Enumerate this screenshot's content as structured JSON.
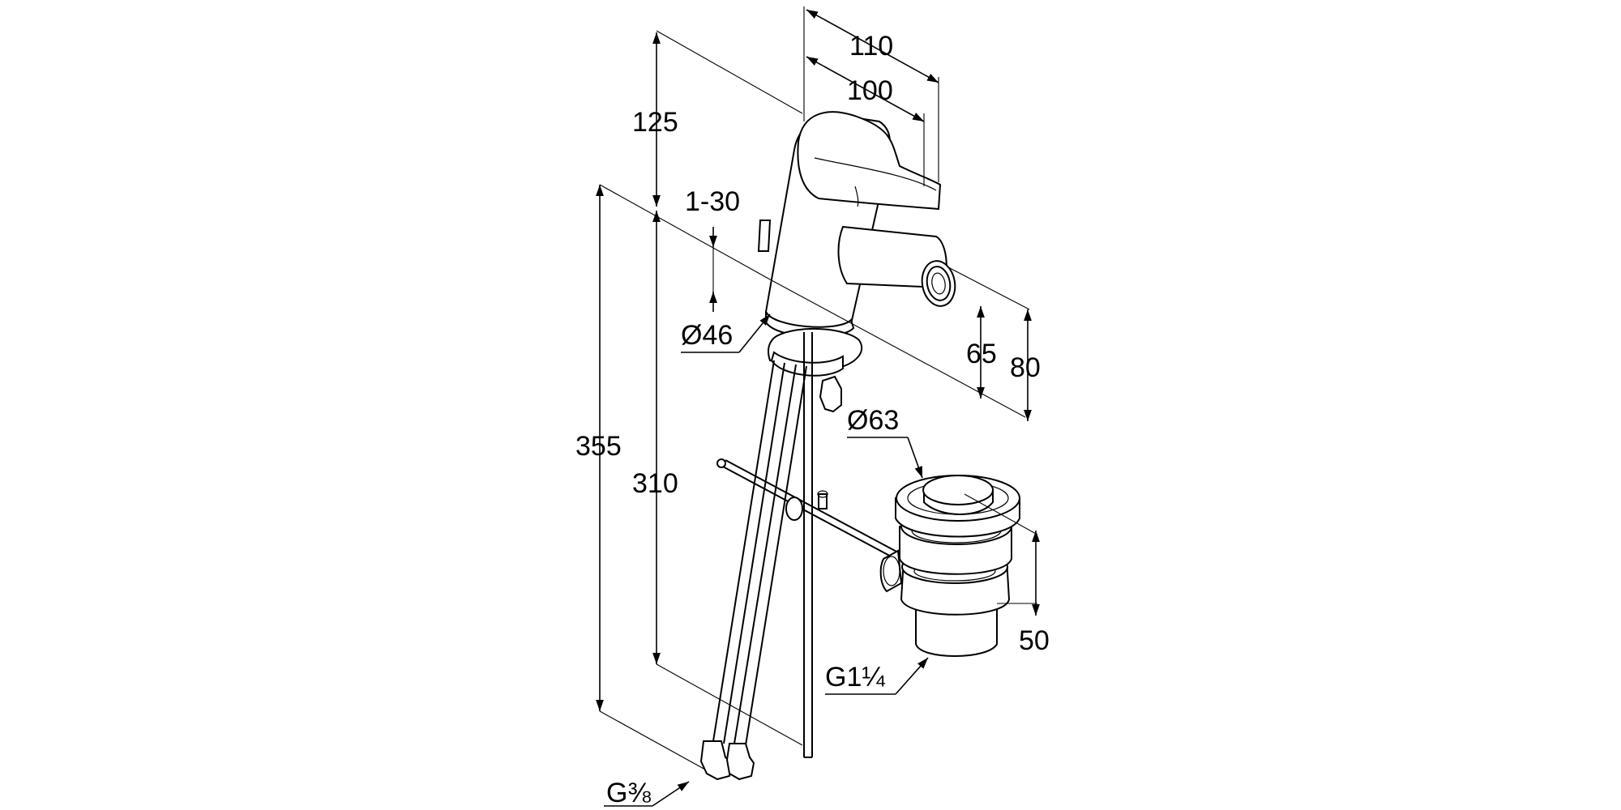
{
  "drawing": {
    "dimensions": {
      "total_width": "110",
      "spout_reach": "100",
      "height_above_deck": "125",
      "deck_thickness": "1-30",
      "base_diameter": "Ø46",
      "outlet_height_inner": "65",
      "outlet_height_outer": "80",
      "height_total": "355",
      "hose_length": "310",
      "drain_diameter": "Ø63",
      "drain_height": "50",
      "drain_thread": "G1¼",
      "hose_thread": "G⅜"
    }
  }
}
